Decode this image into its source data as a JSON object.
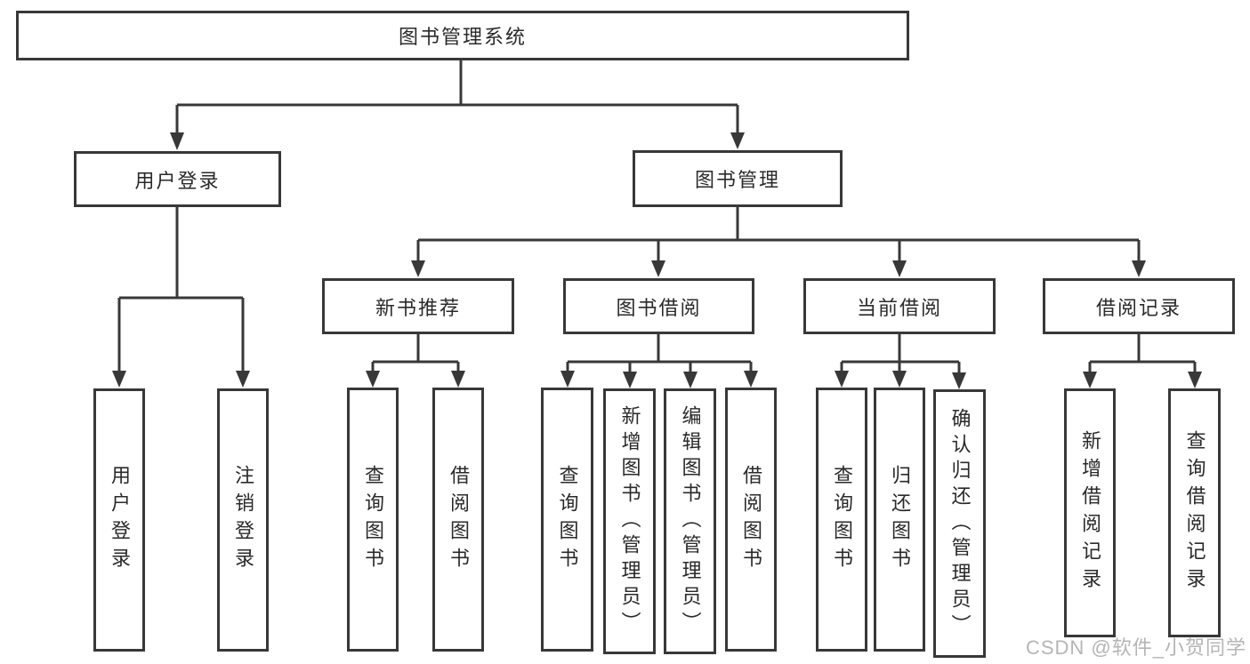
{
  "diagram": {
    "root": {
      "label": "图书管理系统"
    },
    "user_login": {
      "label": "用户登录",
      "children": [
        {
          "label": "用户登录"
        },
        {
          "label": "注销登录"
        }
      ]
    },
    "book_management": {
      "label": "图书管理",
      "groups": [
        {
          "label": "新书推荐",
          "children": [
            {
              "label": "查询图书"
            },
            {
              "label": "借阅图书"
            }
          ]
        },
        {
          "label": "图书借阅",
          "children": [
            {
              "label": "查询图书"
            },
            {
              "label": "新增图书（管理员）"
            },
            {
              "label": "编辑图书（管理员）"
            },
            {
              "label": "借阅图书"
            }
          ]
        },
        {
          "label": "当前借阅",
          "children": [
            {
              "label": "查询图书"
            },
            {
              "label": "归还图书"
            },
            {
              "label": "确认归还（管理员）"
            }
          ]
        },
        {
          "label": "借阅记录",
          "children": [
            {
              "label": "新增借阅记录"
            },
            {
              "label": "查询借阅记录"
            }
          ]
        }
      ]
    },
    "watermark": "CSDN @软件_小贺同学",
    "colors": {
      "line": "#383838",
      "text": "#2a2a2a",
      "watermark_text": "#b5b5b5",
      "background": "#ffffff"
    }
  }
}
